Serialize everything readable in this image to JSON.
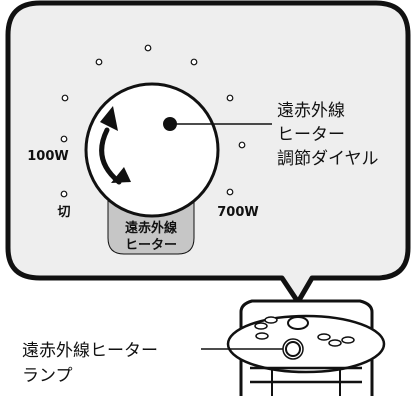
{
  "dial": {
    "markers": {
      "off": "切",
      "low": "100W",
      "high": "700W"
    },
    "badge": {
      "line1": "遠赤外線",
      "line2": "ヒーター"
    }
  },
  "callouts": {
    "dial_label": {
      "line1": "遠赤外線",
      "line2": "ヒーター",
      "line3": "調節ダイヤル"
    },
    "lamp_label": {
      "line1": "遠赤外線ヒーター",
      "line2": "ランプ"
    }
  },
  "colors": {
    "bubble_fill": "#eeeeee",
    "badge_fill": "#c6c6c6",
    "stroke": "#111111"
  }
}
